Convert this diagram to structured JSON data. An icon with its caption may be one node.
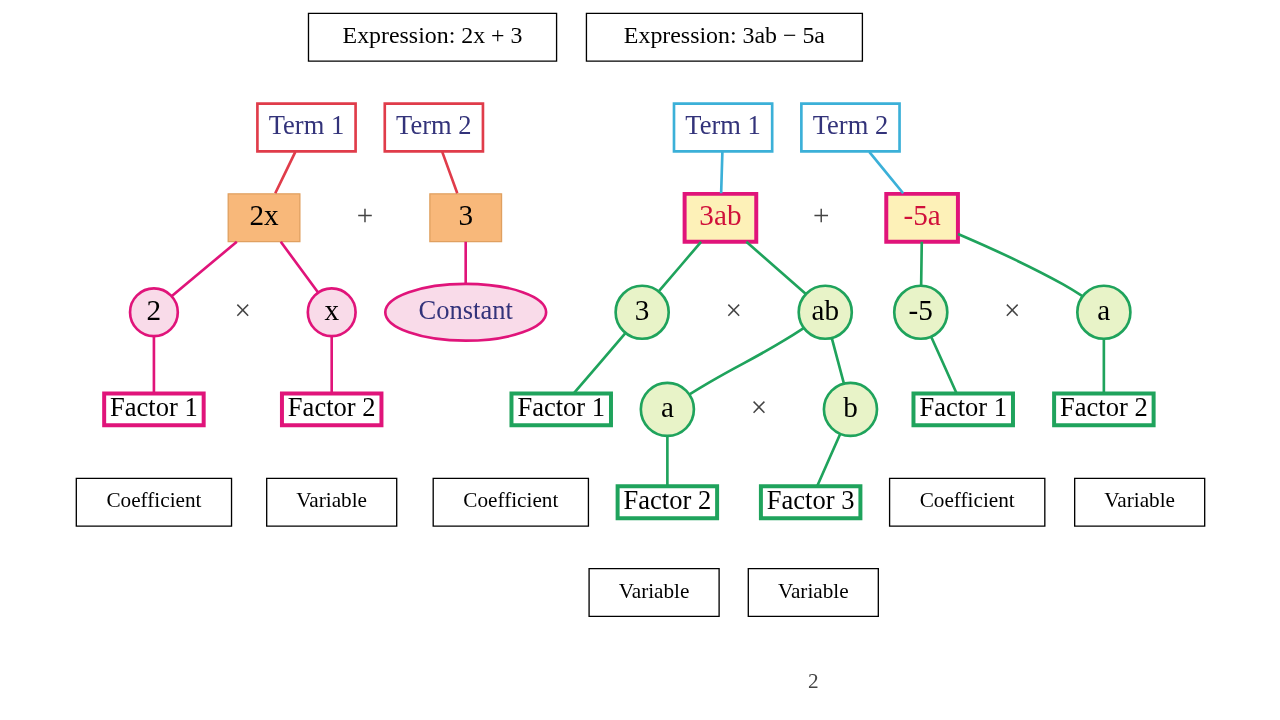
{
  "diagram": {
    "nodes": [
      {
        "text": [
          "Expression: 2x + 3"
        ]
      },
      {
        "text": [
          "Term 1"
        ]
      },
      {
        "text": [
          "Term 2"
        ]
      },
      {
        "text": [
          "2x"
        ]
      },
      {
        "text": [
          "3"
        ]
      },
      {
        "text": [
          "2"
        ]
      },
      {
        "text": [
          "x"
        ]
      },
      {
        "text": [
          "Constant"
        ]
      },
      {
        "text": [
          "Factor 1"
        ]
      },
      {
        "text": [
          "Factor 2"
        ]
      },
      {
        "text": [
          "Coefficient"
        ]
      },
      {
        "text": [
          "Variable"
        ]
      },
      {
        "text": [
          "Expression: 3ab − 5a"
        ]
      },
      {
        "text": [
          "Term 1"
        ]
      },
      {
        "text": [
          "Term 2"
        ]
      },
      {
        "text": [
          "3ab"
        ]
      },
      {
        "text": [
          "-5a"
        ]
      },
      {
        "text": [
          "3"
        ]
      },
      {
        "text": [
          "ab"
        ]
      },
      {
        "text": [
          "-5"
        ]
      },
      {
        "text": [
          "a"
        ]
      },
      {
        "text": [
          "Factor 1"
        ]
      },
      {
        "text": [
          "Factor 1"
        ]
      },
      {
        "text": [
          "Factor 2"
        ]
      },
      {
        "text": [
          "a"
        ]
      },
      {
        "text": [
          "b"
        ]
      },
      {
        "text": [
          "Coefficient"
        ]
      },
      {
        "text": [
          "Coefficient"
        ]
      },
      {
        "text": [
          "Variable"
        ]
      },
      {
        "text": [
          "Factor 2"
        ]
      },
      {
        "text": [
          "Factor 3"
        ]
      },
      {
        "text": [
          "Variable"
        ]
      },
      {
        "text": [
          "Variable"
        ]
      }
    ],
    "edges": [
      {
        "from": 1,
        "to": 3,
        "arrow": "none",
        "color": "#e03c4a"
      },
      {
        "from": 2,
        "to": 4,
        "arrow": "none",
        "color": "#e03c4a"
      },
      {
        "from": 3,
        "to": 5,
        "arrow": "none",
        "color": "#e0147a"
      },
      {
        "from": 3,
        "to": 6,
        "arrow": "none",
        "color": "#e0147a"
      },
      {
        "from": 4,
        "to": 7,
        "arrow": "none",
        "color": "#e0147a"
      },
      {
        "from": 5,
        "to": 8,
        "arrow": "none",
        "color": "#e0147a"
      },
      {
        "from": 6,
        "to": 9,
        "arrow": "none",
        "color": "#e0147a"
      },
      {
        "from": 13,
        "to": 15,
        "arrow": "none",
        "color": "#3bb0d8"
      },
      {
        "from": 14,
        "to": 16,
        "arrow": "none",
        "color": "#3bb0d8"
      },
      {
        "from": 15,
        "to": 17,
        "arrow": "none",
        "color": "#1fa35c"
      },
      {
        "from": 15,
        "to": 18,
        "arrow": "none",
        "color": "#1fa35c"
      },
      {
        "from": 16,
        "to": 19,
        "arrow": "none",
        "color": "#1fa35c"
      },
      {
        "from": 16,
        "to": 20,
        "arrow": "none",
        "color": "#1fa35c"
      },
      {
        "from": 17,
        "to": 21,
        "arrow": "none",
        "color": "#1fa35c"
      },
      {
        "from": 19,
        "to": 22,
        "arrow": "none",
        "color": "#1fa35c"
      },
      {
        "from": 20,
        "to": 23,
        "arrow": "none",
        "color": "#1fa35c"
      },
      {
        "from": 18,
        "to": 24,
        "arrow": "none",
        "color": "#1fa35c"
      },
      {
        "from": 18,
        "to": 25,
        "arrow": "none",
        "color": "#1fa35c"
      },
      {
        "from": 24,
        "to": 29,
        "arrow": "none",
        "color": "#1fa35c"
      },
      {
        "from": 25,
        "to": 30,
        "arrow": "none",
        "color": "#1fa35c"
      }
    ],
    "labels": [
      "+",
      "+",
      "×",
      "×",
      "×",
      "×",
      "2"
    ]
  }
}
